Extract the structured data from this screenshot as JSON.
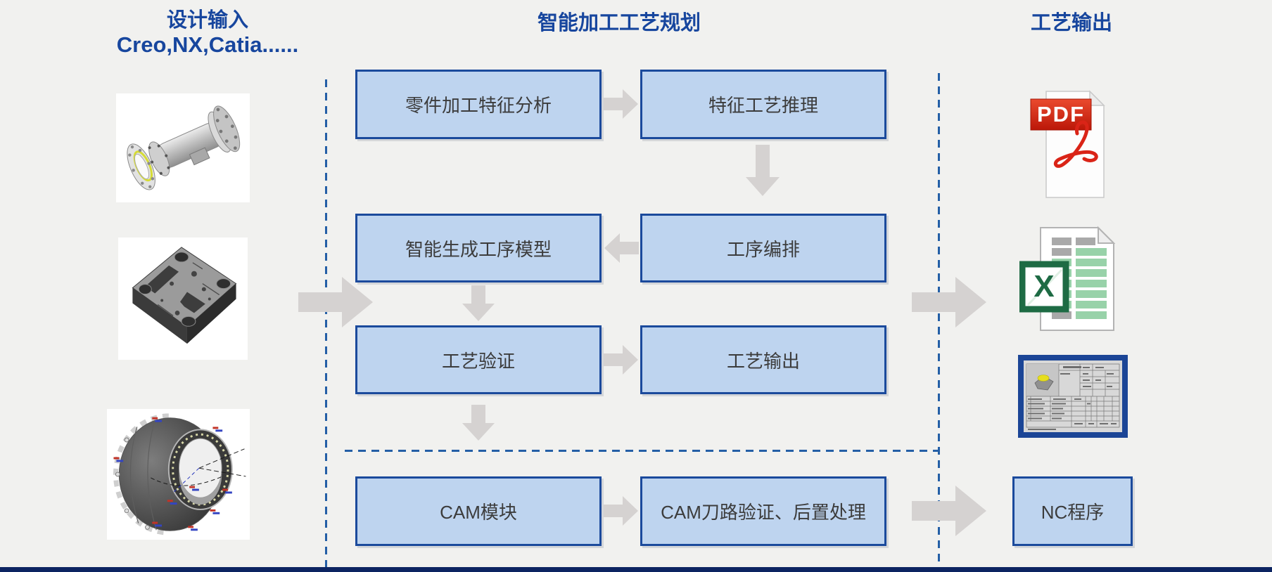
{
  "canvas": {
    "background": "#f1f1ef",
    "accent_text_color": "#17469e",
    "node_fill": "#bed4ef",
    "node_border": "#1b4a9c",
    "arrow_color": "#d5d2d1",
    "dashed_line_color": "#245fa6",
    "footer_bar_color": "#0c2461"
  },
  "design_input": {
    "title": "设计输入",
    "subtitle": "Creo,NX,Catia......",
    "models": [
      {
        "name": "shaft-coupling-3d-model"
      },
      {
        "name": "mold-plate-3d-model"
      },
      {
        "name": "engine-casing-3d-model"
      }
    ]
  },
  "process_planning": {
    "title": "智能加工工艺规划",
    "nodes": [
      {
        "label": "零件加工特征分析"
      },
      {
        "label": "特征工艺推理"
      },
      {
        "label": "智能生成工序模型"
      },
      {
        "label": "工序编排"
      },
      {
        "label": "工艺验证"
      },
      {
        "label": "工艺输出"
      },
      {
        "label": "CAM模块"
      },
      {
        "label": "CAM刀路验证、后置处理"
      }
    ]
  },
  "process_output": {
    "title": "工艺输出",
    "pdf_badge": "PDF",
    "excel_letter": "X",
    "nc_node_label": "NC程序",
    "items": [
      {
        "name": "pdf-document"
      },
      {
        "name": "excel-spreadsheet"
      },
      {
        "name": "process-card-drawing"
      },
      {
        "name": "nc-program"
      }
    ]
  }
}
